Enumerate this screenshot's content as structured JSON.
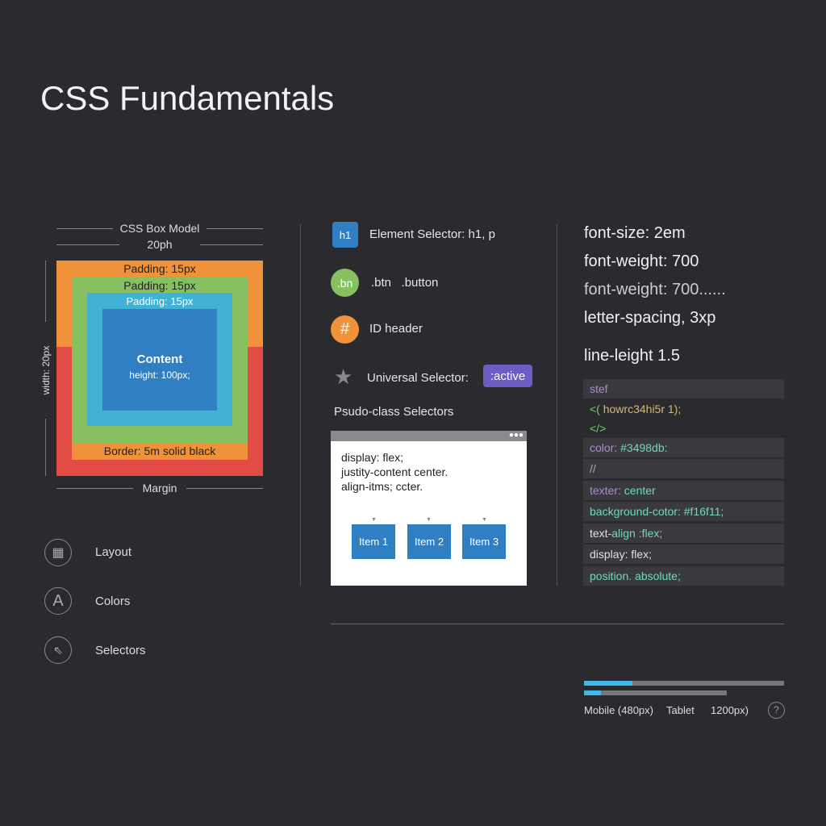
{
  "title": "CSS Fundamentals",
  "box_model": {
    "heading": "CSS Box Model",
    "top_dim": "20ph",
    "side_dim": "width: 20px",
    "bottom_dim": "Margin",
    "padding1": "Padding: 15px",
    "padding2": "Padding: 15px",
    "padding3": "Padding: 15px",
    "content": "Content",
    "content_sub": "height: 100px;",
    "border": "Border: 5m solid black"
  },
  "nav": [
    {
      "label": "Layout",
      "icon": "grid-icon"
    },
    {
      "label": "Colors",
      "icon": "letter-a-icon"
    },
    {
      "label": "Selectors",
      "icon": "cursor-icon"
    }
  ],
  "selectors": {
    "element_badge": "h1",
    "element": "Element Selector: h1, p",
    "class_badge": ".bn",
    "class": ".btn   .button",
    "id_badge": "#",
    "id": "ID header",
    "universal": "Universal Selector:",
    "active": ":active",
    "pseudo": "Psudo-class Selectors"
  },
  "preview": {
    "lines": [
      "display: flex;",
      "justity-content center.",
      "align-itms; ccter."
    ],
    "items": [
      "Item 1",
      "Item 2",
      "Item 3"
    ]
  },
  "props": [
    "font-size: 2em",
    "font-weight: 700",
    "font-weight: 700......",
    "letter-spacing, 3xp",
    "line-leight 1.5"
  ],
  "code": {
    "r1": "stef",
    "r2a": "<(",
    "r2b": "howrc34hi5r 1);",
    "r3": "</>",
    "r4a": "color:",
    "r4b": "#3498db:",
    "r5": "//",
    "r6a": "texter:",
    "r6b": "center",
    "r7": "background-cotor: #f16f11;",
    "r8a": "text-",
    "r8b": "align :flex;",
    "r9": "display: flex;",
    "r10": "position. absolute;"
  },
  "breakpoints": {
    "mobile": "Mobile (480px)",
    "tablet": "Tablet",
    "desktop": "1200px)",
    "bar1_progress": 0.24,
    "bar2_progress": 0.12
  },
  "colors": {
    "bg": "#2b2b2f",
    "orange": "#f0923a",
    "red": "#e24c45",
    "green": "#86c060",
    "light_blue": "#41b1d6",
    "blue": "#2f7fc2",
    "purple": "#6c5cc4"
  }
}
